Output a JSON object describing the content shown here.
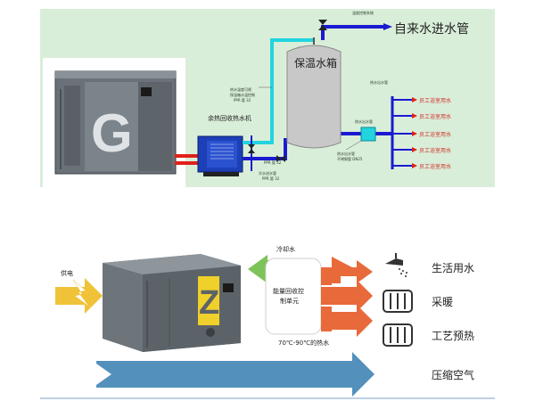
{
  "top": {
    "tank_label": "保温水箱",
    "tap_water_label": "自来水进水管",
    "recovery_label": "余热回收热水机",
    "user_outlets": [
      "员工浴室用水",
      "员工浴室用水",
      "员工浴室用水",
      "员工浴室用水",
      "员工浴室用水"
    ],
    "small_labels": {
      "top_note": "温度控制系统",
      "tank_note_1": "热水温度可视",
      "tank_note_2": "保温箱水温控制",
      "tank_note_3": "PPR 管 32",
      "pump_note_1": "冷水进水管",
      "pump_note_2": "PPR 管 32",
      "bottom_note_1": "热水出水管",
      "bottom_note_2": "不锈钢管 DN25",
      "machine_note": "PPR 管 32",
      "outlet_note": "热水出水管",
      "right_top_note": "热水出水管"
    }
  },
  "bottom": {
    "power_label": "供电",
    "cold_water_label": "冷却水",
    "control_unit_label_1": "能量回收控",
    "control_unit_label_2": "制单元",
    "hot_water_label": "70℃-90℃的热水",
    "uses": [
      "生活用水",
      "采暖",
      "工艺预热"
    ],
    "compressed_air_label": "压缩空气"
  },
  "colors": {
    "top_bg": "#d9eed9",
    "pipe_blue": "#1a1ad0",
    "pipe_cyan": "#22d4e0",
    "pipe_red": "#e0201a",
    "arrow_orange": "#e8693a",
    "arrow_blue": "#4a8ab8",
    "arrow_green": "#7dc35a",
    "arrow_yellow": "#f0c238"
  }
}
